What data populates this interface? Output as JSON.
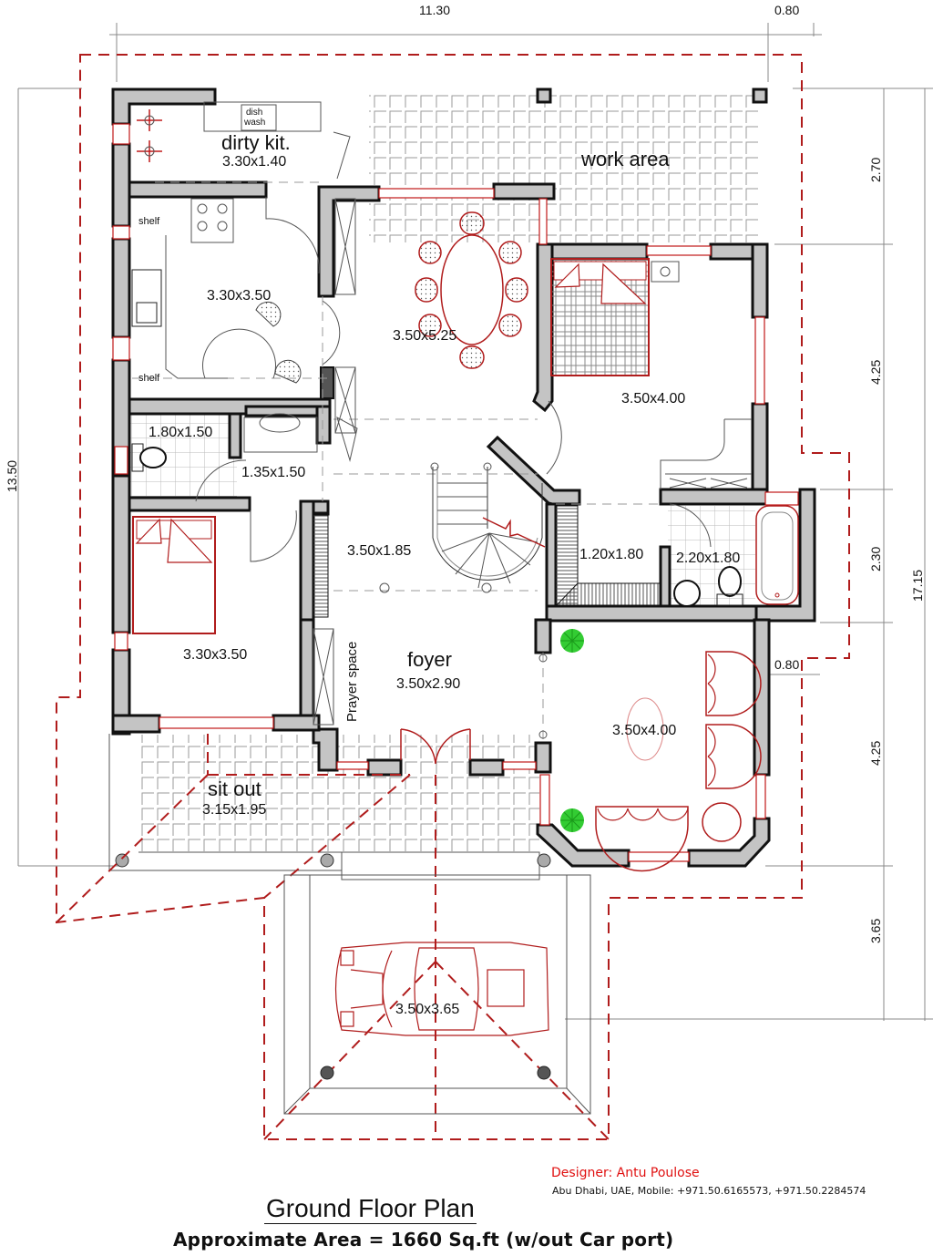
{
  "plan": {
    "title": "Ground Floor Plan",
    "area_note": "Approximate Area = 1660 Sq.ft (w/out Car port)",
    "designer": "Designer: Antu Poulose",
    "address": "Abu Dhabi, UAE, Mobile:  +971.50.6165573, +971.50.2284574"
  },
  "dimensions": {
    "top_width": "11.30",
    "top_extension": "0.80",
    "left_height": "13.50",
    "right_segments": [
      "2.70",
      "4.25",
      "2.30",
      "4.25",
      "3.65"
    ],
    "right_total": "17.15",
    "side_offset": "0.80"
  },
  "rooms": {
    "dirty_kitchen": {
      "name": "dirty kit.",
      "size": "3.30x1.40"
    },
    "dishwasher": {
      "line1": "dish",
      "line2": "wash"
    },
    "kitchen": {
      "size": "3.30x3.50",
      "shelf_label": "shelf"
    },
    "dining": {
      "size": "3.50x5.25"
    },
    "work_area": {
      "name": "work area"
    },
    "master_bedroom": {
      "size": "3.50x4.00"
    },
    "common_toilet": {
      "size": "1.80x1.50"
    },
    "wash_area": {
      "size": "1.35x1.50"
    },
    "stair_hall": {
      "size": "3.50x1.85"
    },
    "dress": {
      "size": "1.20x1.80"
    },
    "attached_bath": {
      "size": "2.20x1.80"
    },
    "bedroom_2": {
      "size": "3.30x3.50"
    },
    "prayer": {
      "name": "Prayer space"
    },
    "foyer": {
      "name": "foyer",
      "size": "3.50x2.90"
    },
    "living": {
      "size": "3.50x4.00"
    },
    "sit_out": {
      "name": "sit out",
      "size": "3.15x1.95"
    },
    "car_porch": {
      "size": "3.50x3.65"
    }
  },
  "colors": {
    "wall_fill": "#c4c4c4",
    "accent_red": "#b01c1c",
    "designer_red": "#e01010",
    "plant_green": "#33cc33"
  }
}
